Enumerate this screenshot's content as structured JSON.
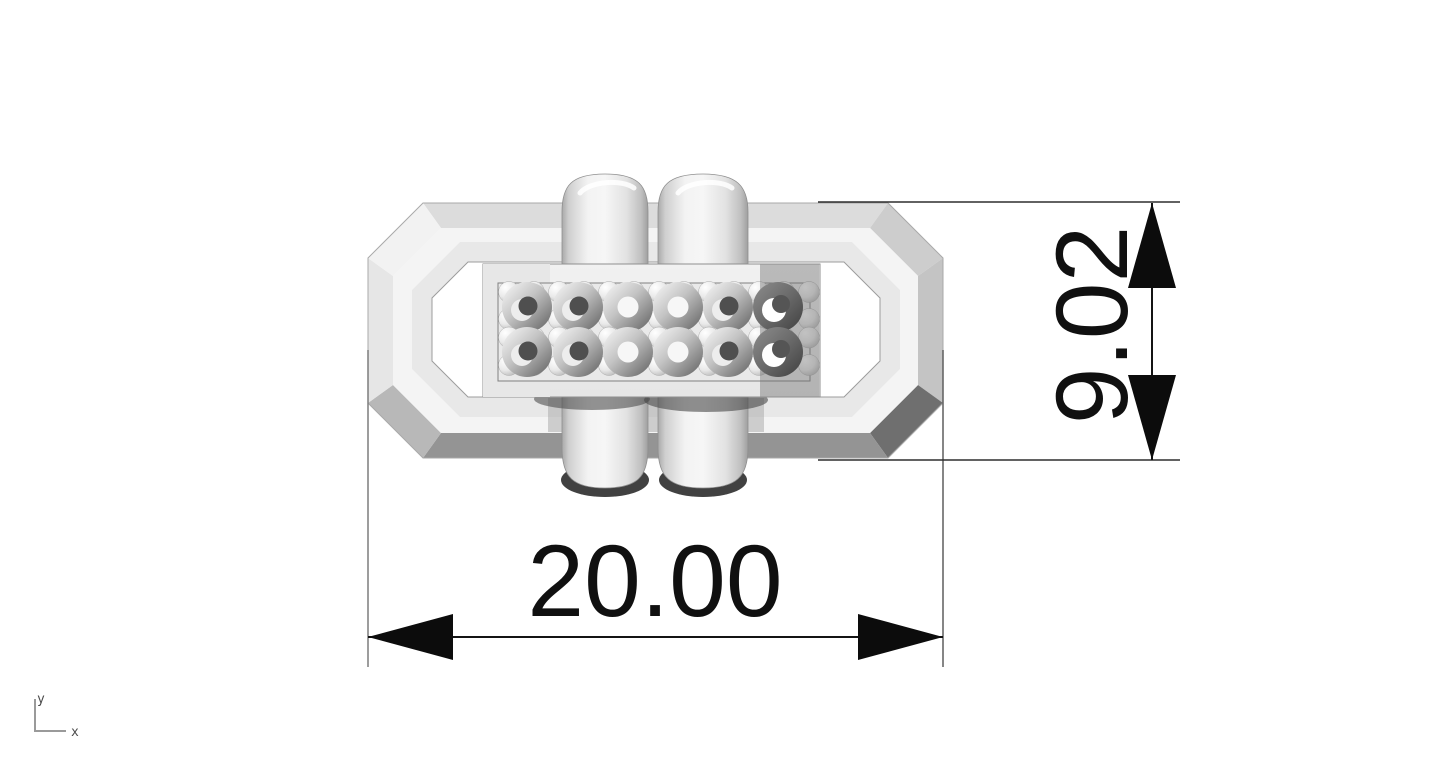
{
  "canvas": {
    "background": "#ffffff"
  },
  "annotations": {
    "color": "#101010",
    "width_dimension": {
      "value": "20.00",
      "orientation": "horizontal"
    },
    "height_dimension": {
      "value": "9.02",
      "orientation": "vertical"
    }
  },
  "axis_indicator": {
    "x_label": "x",
    "y_label": "y",
    "line_color": "#9a9a9a",
    "label_color": "#4a4a4a"
  },
  "model": {
    "name": "chamfered-octagonal-link-with-pins-and-perforated-plate",
    "parts": [
      "octagonal-frame",
      "top-pin-pair",
      "bottom-pin-pair",
      "perforated-plate"
    ],
    "render_style": "grayscale-shaded",
    "frame_face_color": "#f4f4f4",
    "frame_dark_bevel_color": "#6f6f6f",
    "plate_color": "#ededed",
    "plate_shadow_color": "#a9a9a9"
  }
}
